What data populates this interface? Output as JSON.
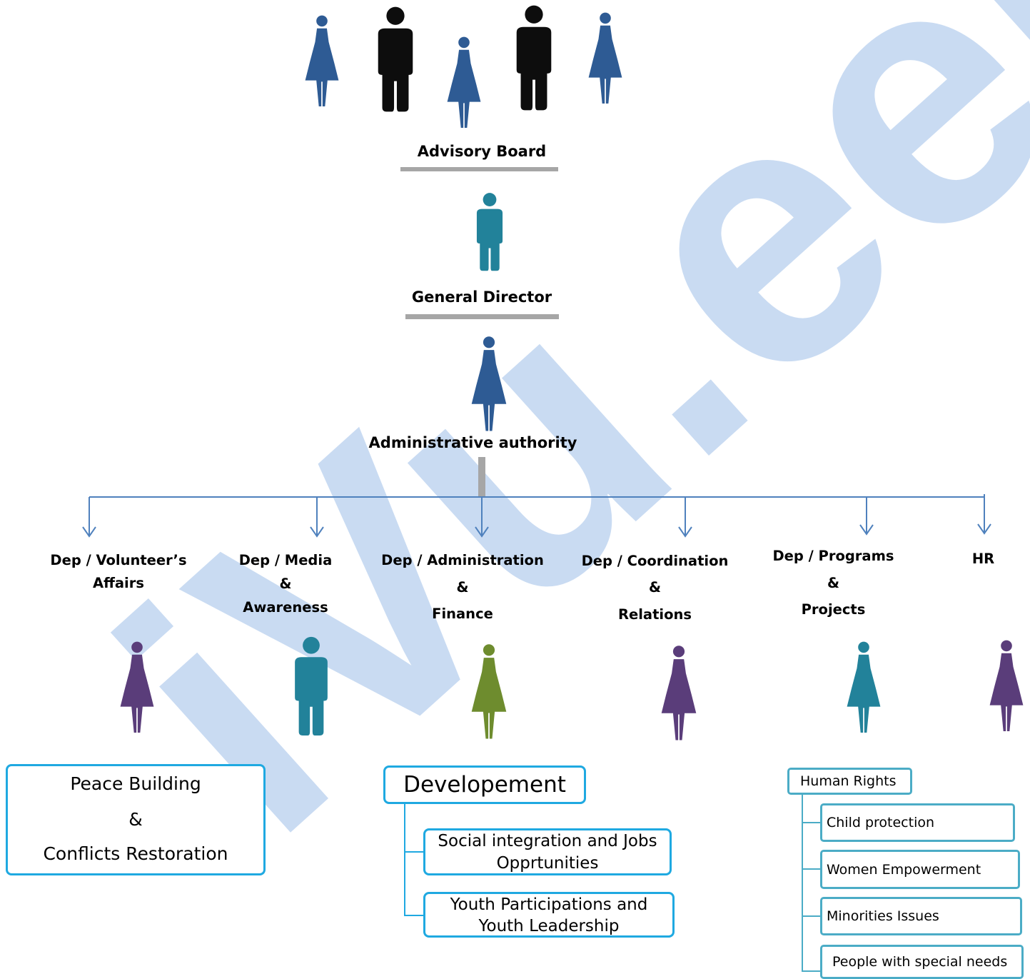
{
  "colors": {
    "navy": "#2e5b94",
    "black": "#0d0d0d",
    "teal": "#22829a",
    "purple": "#5a3d7a",
    "green": "#6e8c2e",
    "line": "#4f81bd",
    "box_border": "#1fa9e1",
    "sub_border": "#4bacc6",
    "watermark": "#c6d9f1"
  },
  "watermark": {
    "text": "iVu.een"
  },
  "advisory_board": {
    "label": "Advisory Board"
  },
  "general_director": {
    "label": "General Director"
  },
  "administrative_authority": {
    "label": "Administrative authority"
  },
  "departments": [
    {
      "lines": [
        "Dep / Volunteer’s",
        "Affairs"
      ]
    },
    {
      "lines": [
        "Dep / Media",
        "&",
        "Awareness"
      ]
    },
    {
      "lines": [
        "Dep / Administration",
        "&",
        "Finance"
      ]
    },
    {
      "lines": [
        "Dep / Coordination",
        "&",
        "Relations"
      ]
    },
    {
      "lines": [
        "Dep / Programs",
        "&",
        "Projects"
      ]
    },
    {
      "lines": [
        "HR"
      ]
    }
  ],
  "peace_box": {
    "line1": "Peace Building",
    "line2": "&",
    "line3": "Conflicts Restoration"
  },
  "development": {
    "title": "Developement",
    "items": [
      {
        "line1": "Social integration and  Jobs",
        "line2": "Opprtunities"
      },
      {
        "line1": "Youth Participations  and",
        "line2": "Youth Leadership"
      }
    ]
  },
  "human_rights": {
    "title": "Human Rights",
    "items": [
      "Child protection",
      "Women Empowerment",
      "Minorities Issues",
      "People with special needs"
    ]
  }
}
